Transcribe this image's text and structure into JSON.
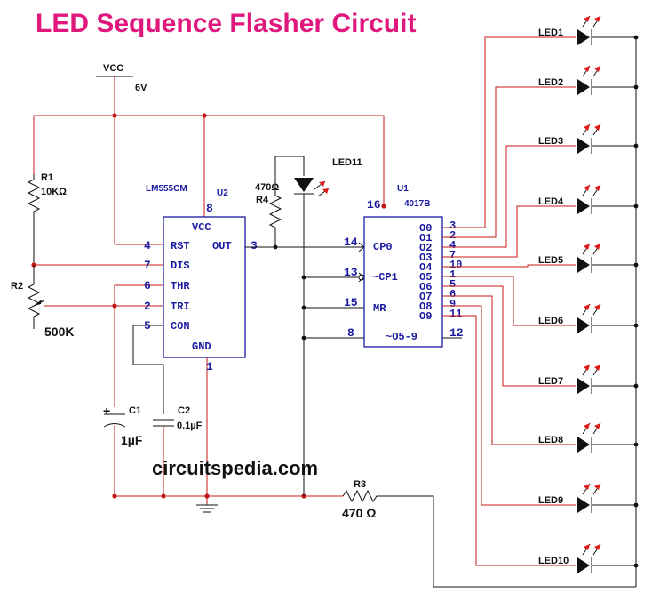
{
  "title": "LED Sequence Flasher Circuit",
  "website": "circuitspedia.com",
  "colors": {
    "title": "#e0187e",
    "wire_red": "#c41818",
    "wire_black": "#111111",
    "ic_blue": "#1a1aa0",
    "led_arrow": "#e01818"
  },
  "power": {
    "name": "VCC",
    "voltage": "6V"
  },
  "ic_555": {
    "model": "LM555CM",
    "ref": "U2",
    "top_pin": "8",
    "top_label": "VCC",
    "bottom_pin": "1",
    "bottom_label": "GND",
    "left_pins": [
      {
        "num": "4",
        "name": "RST"
      },
      {
        "num": "7",
        "name": "DIS"
      },
      {
        "num": "6",
        "name": "THR"
      },
      {
        "num": "2",
        "name": "TRI"
      },
      {
        "num": "5",
        "name": "CON"
      }
    ],
    "right_pin": {
      "num": "3",
      "name": "OUT"
    }
  },
  "ic_4017": {
    "model": "4017B",
    "ref": "U1",
    "top_pin": "16",
    "left_pins": [
      {
        "num": "14",
        "name": "CP0"
      },
      {
        "num": "13",
        "name": "~CP1"
      },
      {
        "num": "15",
        "name": "MR"
      },
      {
        "num": "8",
        "name": ""
      }
    ],
    "bottom_label": "~O5-9",
    "bottom_right_pin": "12",
    "outputs": [
      {
        "name": "O0",
        "pin": "3"
      },
      {
        "name": "O1",
        "pin": "2"
      },
      {
        "name": "O2",
        "pin": "4"
      },
      {
        "name": "O3",
        "pin": "7"
      },
      {
        "name": "O4",
        "pin": "10"
      },
      {
        "name": "O5",
        "pin": "1"
      },
      {
        "name": "O6",
        "pin": "5"
      },
      {
        "name": "O7",
        "pin": "6"
      },
      {
        "name": "O8",
        "pin": "9"
      },
      {
        "name": "O9",
        "pin": "11"
      }
    ]
  },
  "r1": {
    "ref": "R1",
    "value": "10KΩ"
  },
  "r2": {
    "ref": "R2",
    "value": "500K"
  },
  "r3": {
    "ref": "R3",
    "value": "470 Ω"
  },
  "r4": {
    "ref": "R4",
    "value": "470Ω"
  },
  "c1": {
    "ref": "C1",
    "value": "1µF",
    "polarity": "+"
  },
  "c2": {
    "ref": "C2",
    "value": "0.1µF"
  },
  "led11": {
    "ref": "LED11"
  },
  "leds": [
    "LED1",
    "LED2",
    "LED3",
    "LED4",
    "LED5",
    "LED6",
    "LED7",
    "LED8",
    "LED9",
    "LED10"
  ]
}
